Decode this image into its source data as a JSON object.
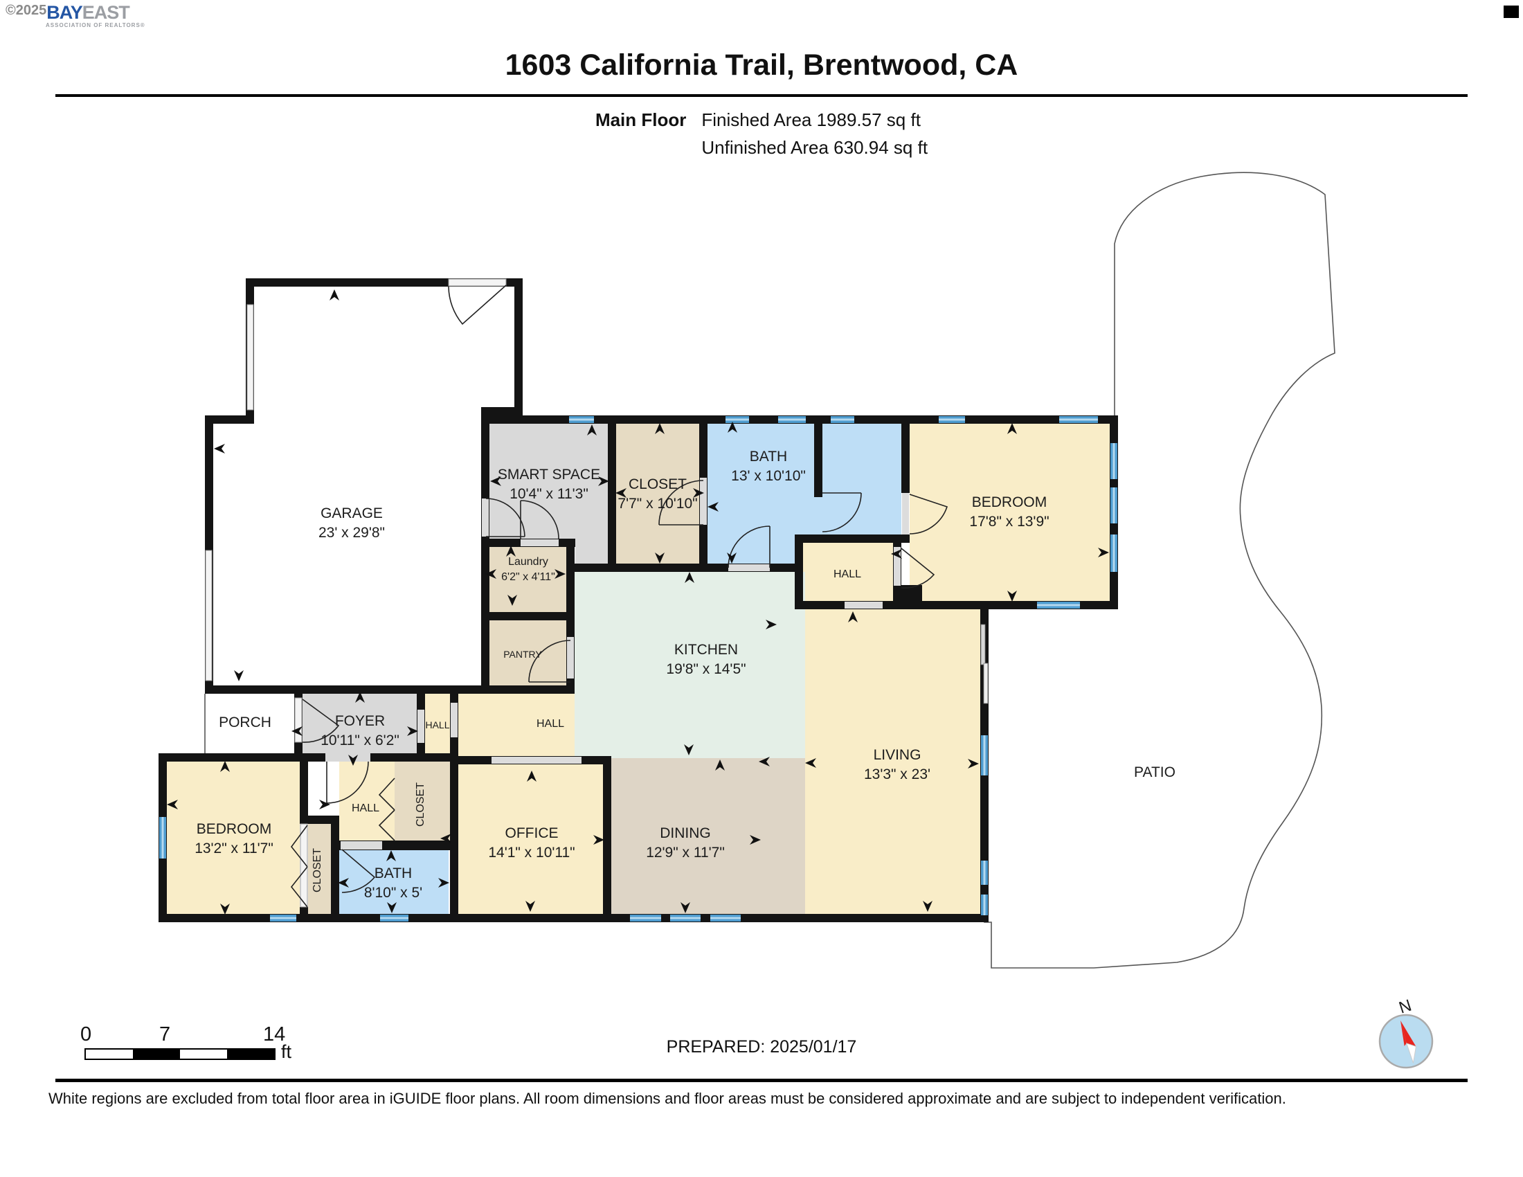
{
  "logo": {
    "copyright": "©2025",
    "brand_bay": "BAY",
    "brand_east": "EAST",
    "brand_sub": "ASSOCIATION OF REALTORS®"
  },
  "header": {
    "title": "1603 California Trail, Brentwood, CA",
    "floor_label": "Main Floor",
    "finished_area": "Finished Area 1989.57 sq ft",
    "unfinished_area": "Unfinished Area 630.94 sq ft"
  },
  "rooms": [
    {
      "name": "GARAGE",
      "dims": "23' x 29'8\""
    },
    {
      "name": "SMART SPACE",
      "dims": "10'4\" x 11'3\""
    },
    {
      "name": "CLOSET",
      "dims": "7'7\" x 10'10\""
    },
    {
      "name": "BATH",
      "dims": "13' x 10'10\""
    },
    {
      "name": "BEDROOM",
      "dims": "17'8\" x 13'9\""
    },
    {
      "name": "Laundry",
      "dims": "6'2\" x 4'11\""
    },
    {
      "name": "PANTRY",
      "dims": ""
    },
    {
      "name": "KITCHEN",
      "dims": "19'8\" x 14'5\""
    },
    {
      "name": "HALL",
      "dims": ""
    },
    {
      "name": "FOYER",
      "dims": "10'11\" x 6'2\""
    },
    {
      "name": "HALL",
      "dims": ""
    },
    {
      "name": "HALL",
      "dims": ""
    },
    {
      "name": "PORCH",
      "dims": ""
    },
    {
      "name": "BEDROOM",
      "dims": "13'2\" x 11'7\""
    },
    {
      "name": "HALL",
      "dims": ""
    },
    {
      "name": "CLOSET",
      "dims": ""
    },
    {
      "name": "CLOSET",
      "dims": ""
    },
    {
      "name": "BATH",
      "dims": "8'10\" x 5'"
    },
    {
      "name": "OFFICE",
      "dims": "14'1\" x 10'11\""
    },
    {
      "name": "DINING",
      "dims": "12'9\" x 11'7\""
    },
    {
      "name": "LIVING",
      "dims": "13'3\" x 23'"
    },
    {
      "name": "PATIO",
      "dims": ""
    }
  ],
  "scale_bar": {
    "start": "0",
    "mid": "7",
    "end": "14",
    "unit": "ft"
  },
  "footer": {
    "prepared": "PREPARED: 2025/01/17",
    "disclaimer": "White regions are excluded from total floor area in iGUIDE floor plans. All room dimensions and floor areas must be considered approximate and are subject to independent verification.",
    "compass_label": "N"
  },
  "colors": {
    "wall": "#141414",
    "room_cream": "#f9edc8",
    "room_gray": "#d9d9d9",
    "room_tan": "#e6dbc3",
    "room_dining": "#ded5c6",
    "room_blue": "#bedef6",
    "room_green": "#e4efe7",
    "window_blue": "#4f9dd0",
    "door_gray": "#dcdcdc",
    "patio_line": "#555555",
    "brand_blue": "#2456a4",
    "brand_gray": "#9b9ea3",
    "compass_fill": "#badcf0",
    "needle_red": "#e8251f"
  }
}
